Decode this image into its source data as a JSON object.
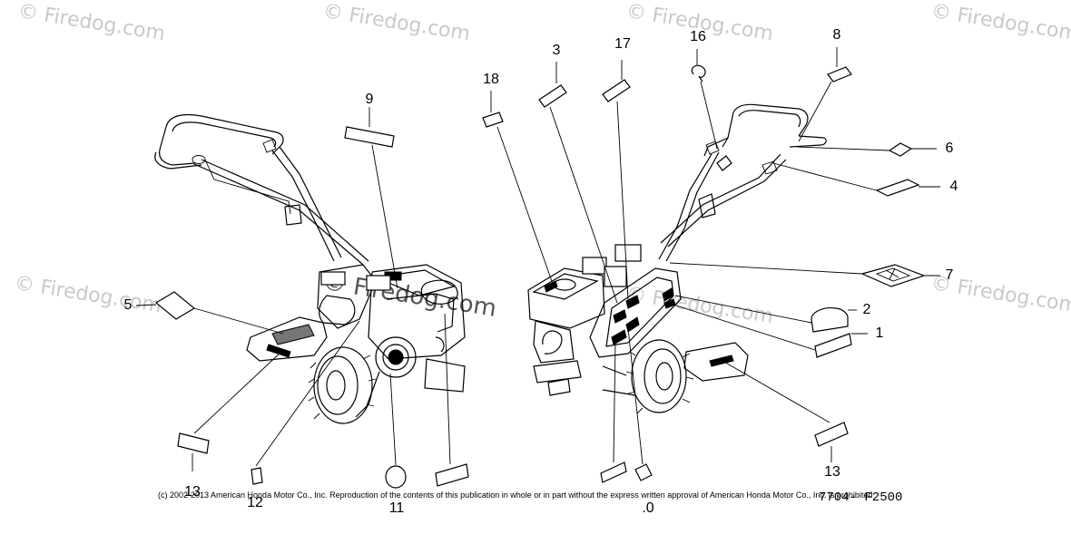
{
  "watermark": "© Firedog.com",
  "callouts": {
    "c1": "1",
    "c2": "2",
    "c3": "3",
    "c4": "4",
    "c5": "5",
    "c6": "6",
    "c7": "7",
    "c8": "8",
    "c9": "9",
    "c10": ".0",
    "c11": "11",
    "c12": "12",
    "c13a": "13",
    "c13b": "13",
    "c16": "16",
    "c17": "17",
    "c18": "18"
  },
  "copyright": "(c) 2002-2013 American Honda Motor Co., Inc. Reproduction of the contents of this publication in whole or in part without the express written approval of American Honda Motor Co., Inc. is prohibited",
  "drawing_code": "7704- F2500"
}
